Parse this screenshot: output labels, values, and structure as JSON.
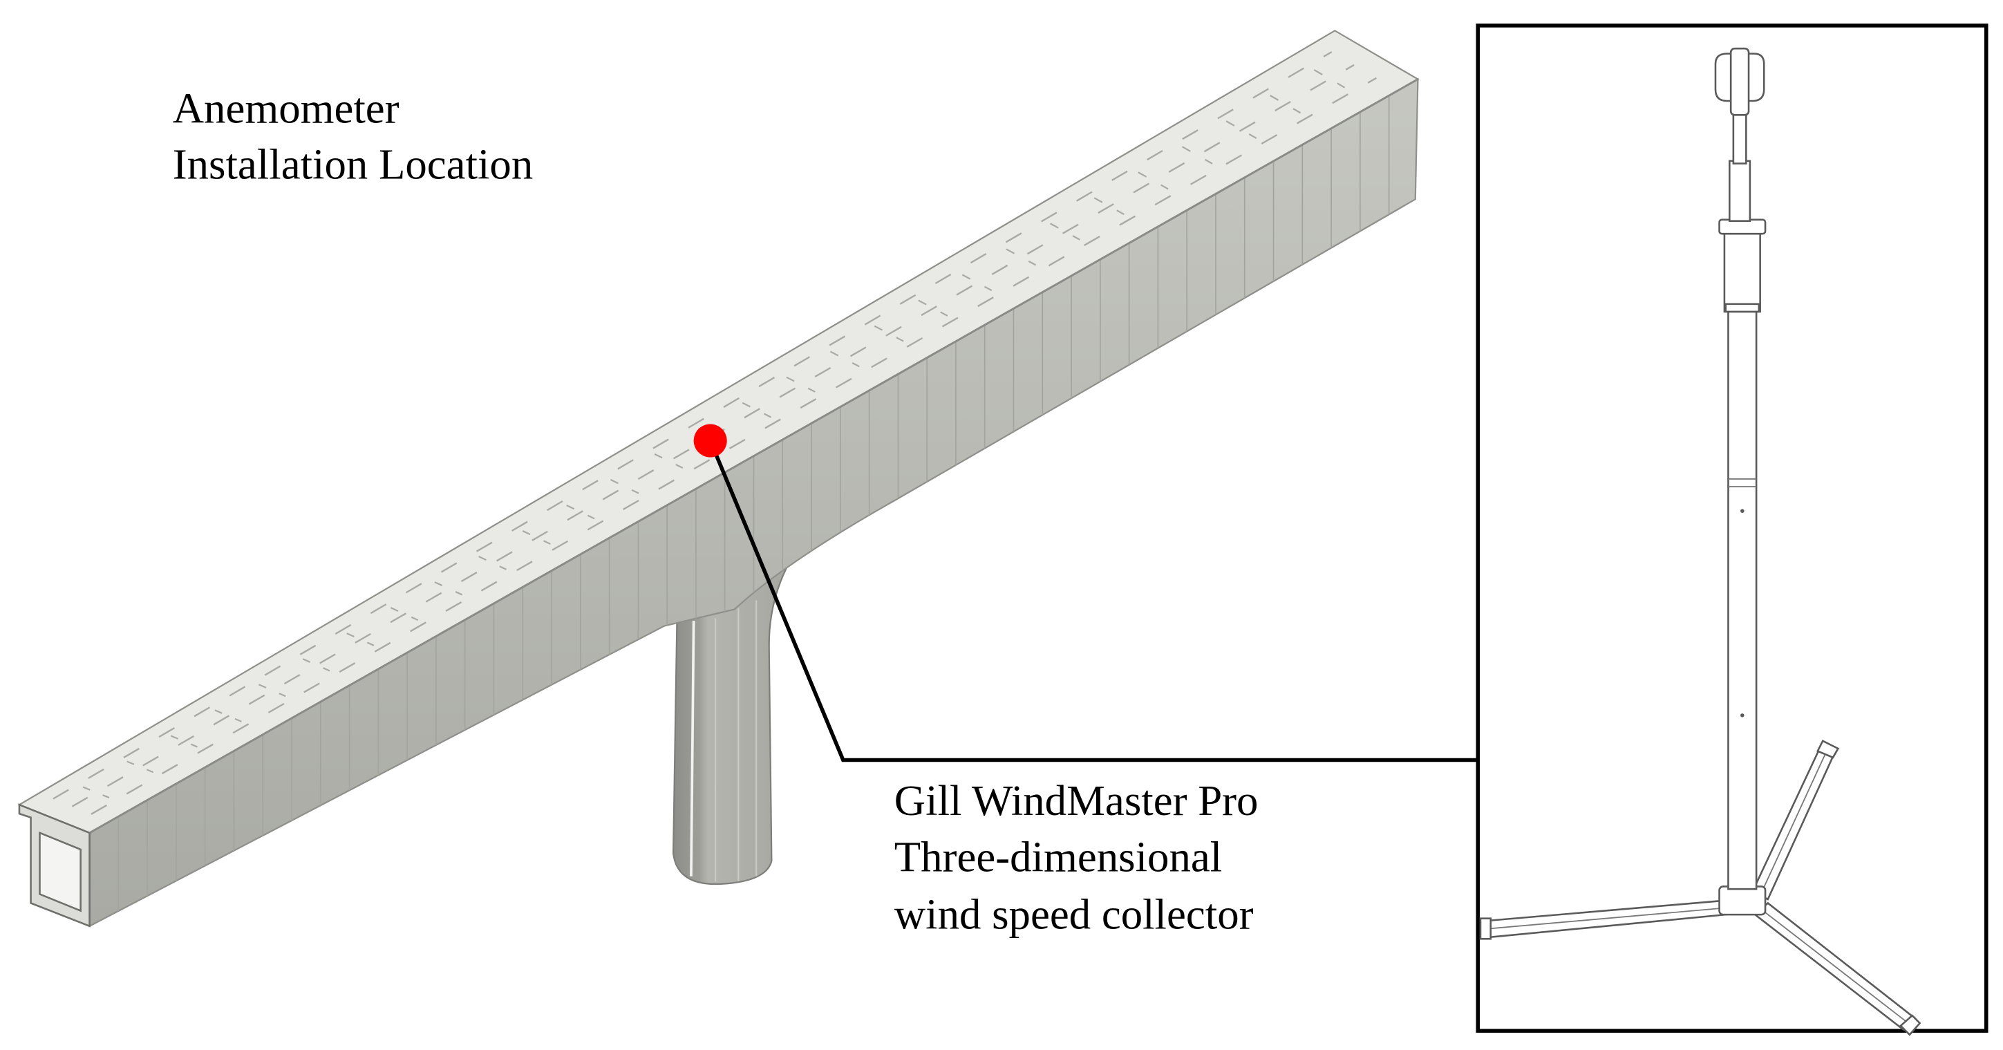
{
  "figure": {
    "location_label": {
      "line1": "Anemometer",
      "line2": "Installation Location"
    },
    "device_label": {
      "line1": "Gill WindMaster Pro",
      "line2": "Three-dimensional",
      "line3": "wind speed collector"
    }
  },
  "colors": {
    "marker": "#ff0000",
    "leader_line": "#000000",
    "deck": "#e9eae5",
    "inset_frame": "#000000"
  }
}
